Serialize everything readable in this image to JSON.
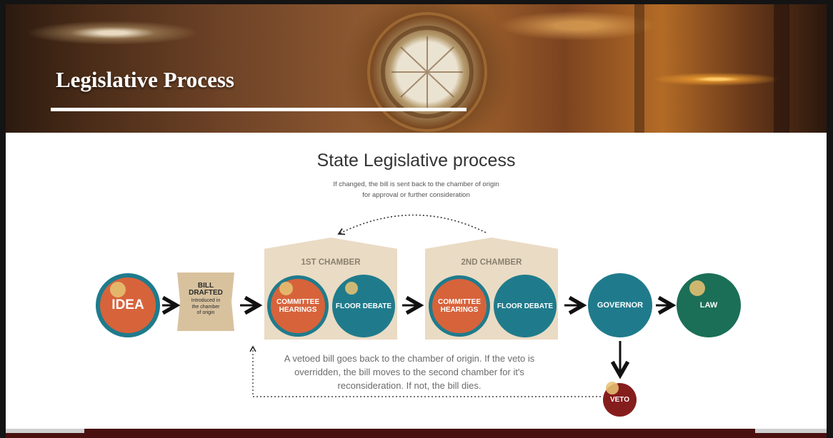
{
  "header": {
    "title": "Legislative Process"
  },
  "diagram": {
    "title": "State Legislative process",
    "note_line1": "If changed, the bill is sent back to the chamber of origin",
    "note_line2": "for approval or further consideration",
    "veto_note": "A vetoed bill goes back to the chamber of origin. If the veto is overridden, the bill moves to the second chamber for it's reconsideration. If not, the bill dies.",
    "colors": {
      "orange": "#d7633b",
      "teal": "#1f7b8c",
      "green": "#1b6f56",
      "veto_red": "#861d1d",
      "house_beige": "#eadbc4",
      "scroll_tan": "#d8c29e"
    },
    "nodes": {
      "idea": "IDEA",
      "bill_title": "BILL\nDRAFTED",
      "bill_subtitle": "Introduced in\nthe chamber\nof origin",
      "chamber1": {
        "label": "1ST CHAMBER",
        "committee": "COMMITTEE HEARINGS",
        "floor": "FLOOR DEBATE"
      },
      "chamber2": {
        "label": "2ND CHAMBER",
        "committee": "COMMITTEE HEARINGS",
        "floor": "FLOOR DEBATE"
      },
      "governor": "GOVERNOR",
      "law": "LAW",
      "veto": "VETO"
    }
  }
}
